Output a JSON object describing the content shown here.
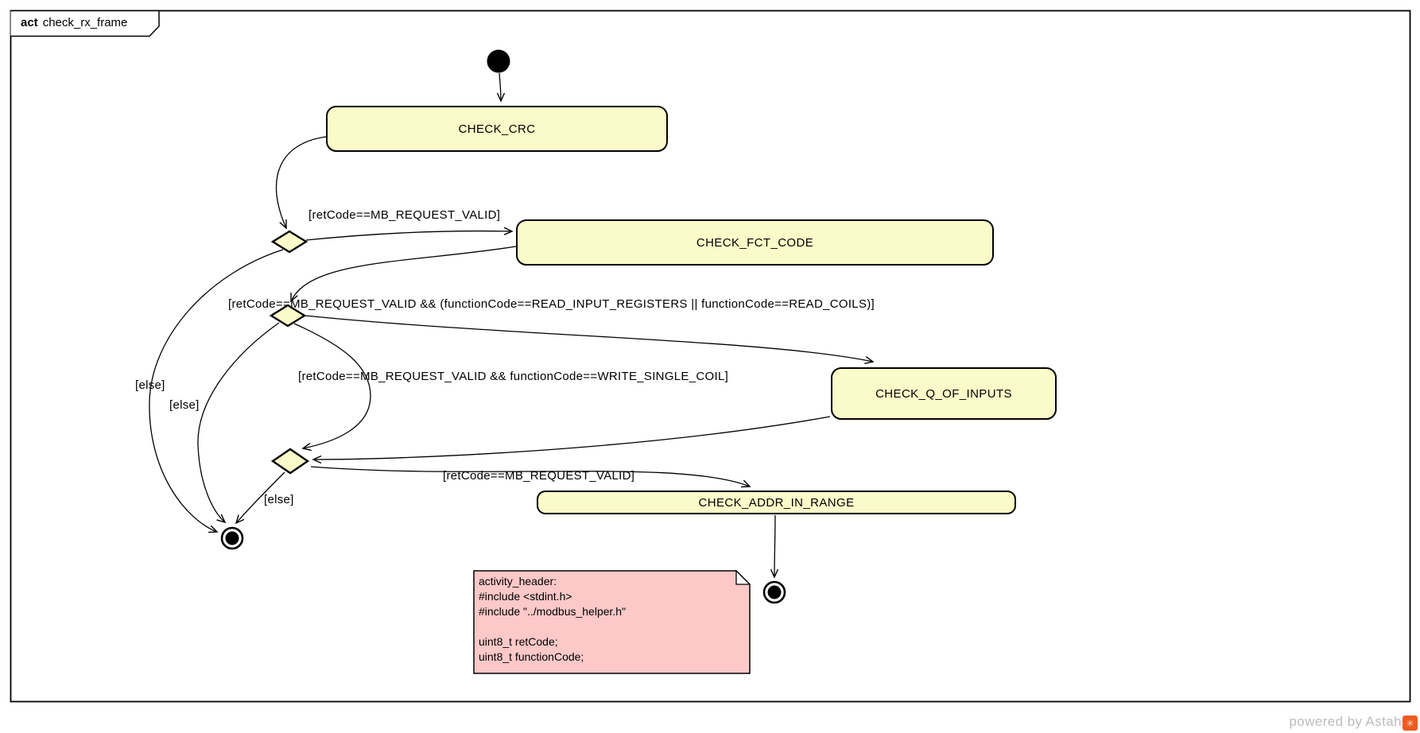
{
  "frame": {
    "keyword": "act",
    "name": "check_rx_frame"
  },
  "activities": [
    {
      "id": "check_crc",
      "label": "CHECK_CRC"
    },
    {
      "id": "check_fct_code",
      "label": "CHECK_FCT_CODE"
    },
    {
      "id": "check_q_of_inputs",
      "label": "CHECK_Q_OF_INPUTS"
    },
    {
      "id": "check_addr_in_range",
      "label": "CHECK_ADDR_IN_RANGE"
    }
  ],
  "edges": [
    {
      "from": "initial",
      "to": "check_crc",
      "guard": ""
    },
    {
      "from": "check_crc",
      "to": "decision1",
      "guard": ""
    },
    {
      "from": "decision1",
      "to": "check_fct_code",
      "guard": "[retCode==MB_REQUEST_VALID]"
    },
    {
      "from": "decision1",
      "to": "activity_final",
      "guard": "[else]"
    },
    {
      "from": "check_fct_code",
      "to": "decision2",
      "guard": ""
    },
    {
      "from": "decision2",
      "to": "check_q_of_inputs",
      "guard": "[retCode==MB_REQUEST_VALID && (functionCode==READ_INPUT_REGISTERS || functionCode==READ_COILS)]"
    },
    {
      "from": "decision2",
      "to": "decision3",
      "guard": "[retCode==MB_REQUEST_VALID && functionCode==WRITE_SINGLE_COIL]"
    },
    {
      "from": "decision2",
      "to": "activity_final",
      "guard": "[else]"
    },
    {
      "from": "check_q_of_inputs",
      "to": "decision3",
      "guard": ""
    },
    {
      "from": "decision3",
      "to": "check_addr_in_range",
      "guard": "[retCode==MB_REQUEST_VALID]"
    },
    {
      "from": "decision3",
      "to": "activity_final",
      "guard": "[else]"
    },
    {
      "from": "check_addr_in_range",
      "to": "activity_final_2",
      "guard": ""
    }
  ],
  "note": {
    "lines": [
      "activity_header:",
      "#include <stdint.h>",
      "#include \"../modbus_helper.h\"",
      "",
      "uint8_t retCode;",
      "uint8_t functionCode;"
    ]
  },
  "footer": {
    "credit": "powered by Astah",
    "logo": "astah-logo"
  },
  "colors": {
    "activity_fill": "#fbfbc9",
    "note_fill": "#fcc8c8",
    "line": "#000000",
    "credit_text": "#bcbcbc",
    "logo_orange": "#ec5b20"
  }
}
